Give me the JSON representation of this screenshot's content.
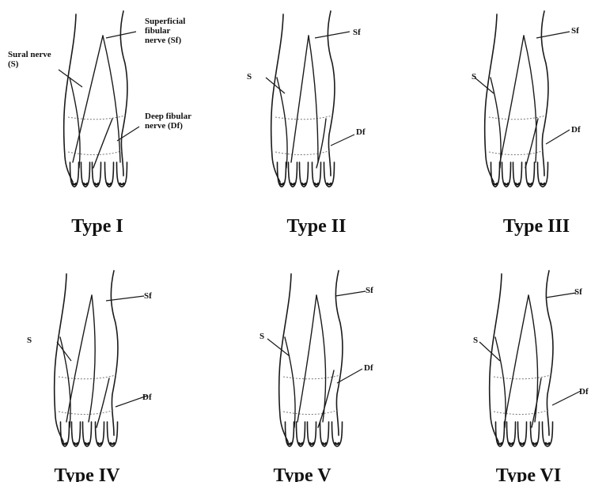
{
  "panels": [
    {
      "caption": "Type I",
      "labels": {
        "sural": [
          "Sural nerve",
          "(S)"
        ],
        "superficial": [
          "Superficial",
          "fibular",
          "nerve (Sf)"
        ],
        "deep": [
          "Deep fibular",
          "nerve (Df)"
        ]
      }
    },
    {
      "caption": "Type II",
      "labels": {
        "sural": [
          "S"
        ],
        "superficial": [
          "Sf"
        ],
        "deep": [
          "Df"
        ]
      }
    },
    {
      "caption": "Type III",
      "labels": {
        "sural": [
          "S"
        ],
        "superficial": [
          "Sf"
        ],
        "deep": [
          "Df"
        ]
      }
    },
    {
      "caption": "Type IV",
      "labels": {
        "sural": [
          "S"
        ],
        "superficial": [
          "Sf"
        ],
        "deep": [
          "Df"
        ]
      }
    },
    {
      "caption": "Type V",
      "labels": {
        "sural": [
          "S"
        ],
        "superficial": [
          "Sf"
        ],
        "deep": [
          "Df"
        ]
      }
    },
    {
      "caption": "Type VI",
      "labels": {
        "sural": [
          "S"
        ],
        "superficial": [
          "Sf"
        ],
        "deep": [
          "Df"
        ]
      }
    }
  ]
}
